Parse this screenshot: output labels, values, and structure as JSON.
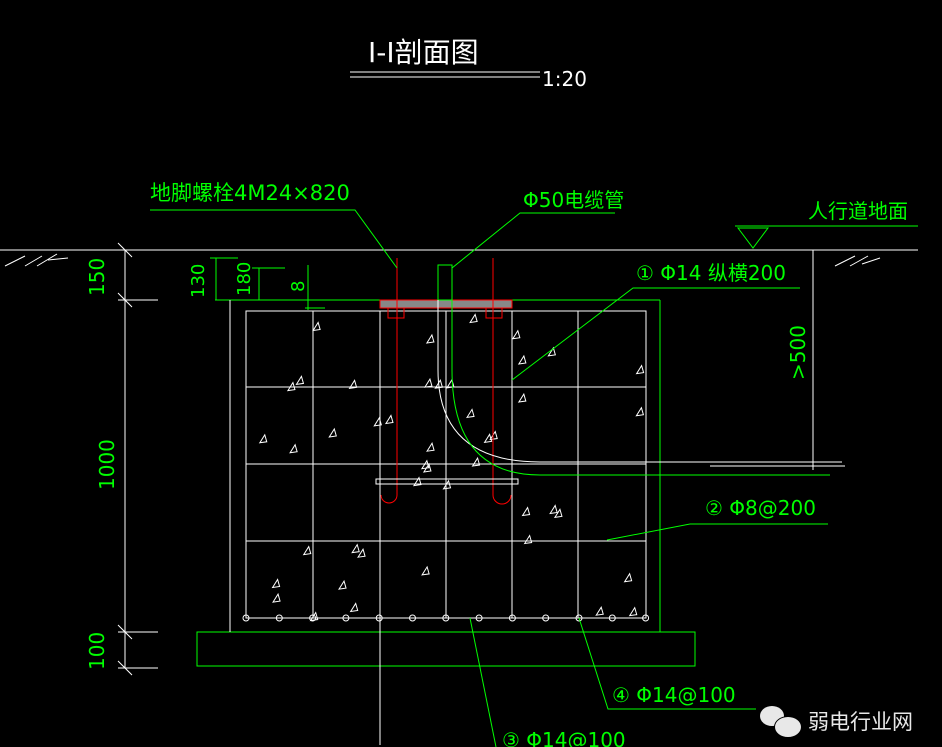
{
  "title": "I-I剖面图",
  "scale": "1:20",
  "labels": {
    "anchor_bolt": "地脚螺栓4M24×820",
    "cable_pipe": "Φ50电缆管",
    "sidewalk": "人行道地面",
    "rebar1": "① Φ14 纵横200",
    "rebar2": "② Φ8@200",
    "rebar3": "③ Φ14@100",
    "rebar4": "④ Φ14@100"
  },
  "dimensions": {
    "d150": "150",
    "d1000": "1000",
    "d100": "100",
    "d130": "130",
    "d180": "180",
    "d8": "8",
    "d500": ">500"
  },
  "watermark": "弱电行业网",
  "colors": {
    "annotation": "#00ff00",
    "structure": "#ffffff",
    "bolt": "#ff0000"
  }
}
